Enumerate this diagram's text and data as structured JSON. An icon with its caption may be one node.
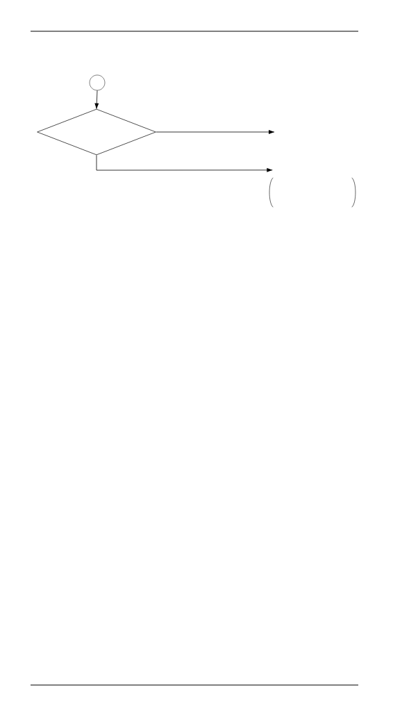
{
  "diagram": {
    "nodes": [
      {
        "text": [],
        "shape": "circle"
      },
      {
        "text": [],
        "shape": "diamond"
      },
      {
        "text": [],
        "shape": "bracket"
      }
    ],
    "edges": [
      {
        "from": 0,
        "to": 1,
        "arrow": "to"
      },
      {
        "from": 1,
        "to": null,
        "arrow": "to"
      },
      {
        "from": 1,
        "to": 2,
        "arrow": "to"
      }
    ]
  }
}
